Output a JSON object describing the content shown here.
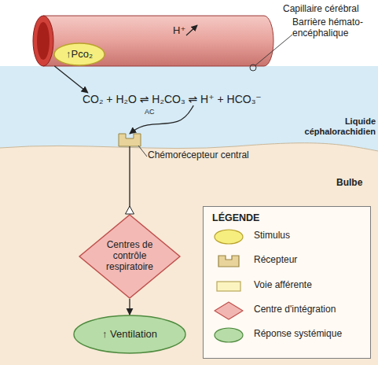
{
  "diagram": {
    "nodes": [
      {
        "text": [
          "Capillaire cérébral",
          "H⁺"
        ]
      },
      {
        "text": [
          "↑Pco₂"
        ],
        "in": 0
      },
      {
        "text": [
          "CO₂ + H₂O ⇌ H₂CO₃ ⇌ H⁺ + HCO₃⁻",
          "AC",
          "Liquide céphalorachidien"
        ]
      },
      {
        "text": [
          "Bulbe"
        ]
      },
      {
        "text": [
          "Chémorécepteur central"
        ],
        "in": 3
      },
      {
        "text": [
          "Centres de contrôle respiratoire"
        ],
        "in": 3
      },
      {
        "text": [
          "↑ Ventilation"
        ],
        "in": 3
      }
    ],
    "edges": [
      {
        "from": 1,
        "to": 2,
        "arrow": "to"
      },
      {
        "from": 2,
        "to": 4,
        "arrow": "to"
      },
      {
        "from": 4,
        "to": 5,
        "arrow": "to"
      },
      {
        "from": 5,
        "to": 6,
        "arrow": "to"
      }
    ],
    "labels": [
      "Barrière hémato-encéphalique",
      "LÉGENDE"
    ],
    "legend": [
      {
        "text": "Stimulus",
        "color": "#f6ee7e"
      },
      {
        "text": "Récepteur",
        "color": "#e8d49a"
      },
      {
        "text": "Voie afférente",
        "color": "#fcf4c0"
      },
      {
        "text": "Centre d'intégration",
        "color": "#f2b6b2"
      },
      {
        "text": "Réponse systémique",
        "color": "#b7dca7"
      }
    ]
  }
}
